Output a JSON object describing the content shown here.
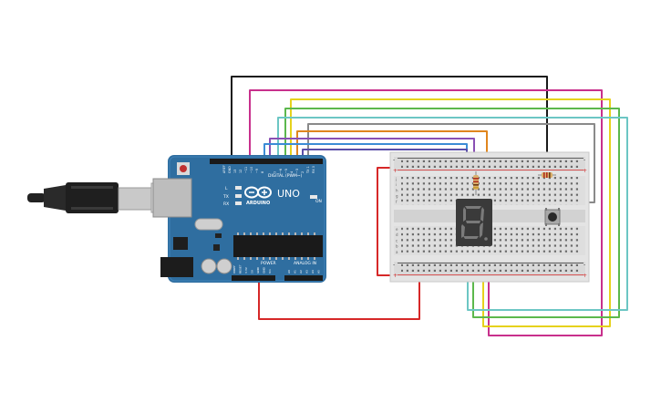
{
  "arduino": {
    "brand": "UNO",
    "logo_text": "ARDUINO",
    "digital_label": "DIGITAL (PWM~)",
    "power_label": "POWER",
    "analog_label": "ANALOG IN",
    "aref": "AREF",
    "gnd": "GND",
    "pin_13": "13",
    "pin_12": "12",
    "pin_11": "~11",
    "pin_10": "~10",
    "pin_9": "~9",
    "pin_8": "8",
    "pin_7": "7",
    "pin_6": "~6",
    "pin_5": "~5",
    "pin_4": "4",
    "pin_3": "~3",
    "pin_2": "2",
    "pin_tx": "TX 1",
    "pin_rx": "RX 0",
    "led_l": "L",
    "led_tx": "TX",
    "led_rx": "RX",
    "on_label": "ON",
    "power_pins": [
      "IOREF",
      "RESET",
      "3.3V",
      "5V",
      "GND",
      "GND",
      "Vin"
    ],
    "analog_pins": [
      "A0",
      "A1",
      "A2",
      "A3",
      "A4",
      "A5"
    ]
  },
  "breadboard": {
    "plus": "+",
    "minus": "-",
    "row_letters_top": [
      "j",
      "i",
      "h",
      "g",
      "f"
    ],
    "row_letters_bottom": [
      "e",
      "d",
      "c",
      "b",
      "a"
    ]
  },
  "display": {
    "digit": "8."
  },
  "colors": {
    "black": "#1a1a1a",
    "magenta": "#c8308c",
    "yellow": "#e6d21c",
    "green": "#5cb84c",
    "teal": "#6cc6c4",
    "gray": "#8a8a8a",
    "orange": "#e0861e",
    "purple": "#8a50b4",
    "blue": "#3c8cd6",
    "red": "#d62828",
    "board": "#2f6ea0"
  }
}
